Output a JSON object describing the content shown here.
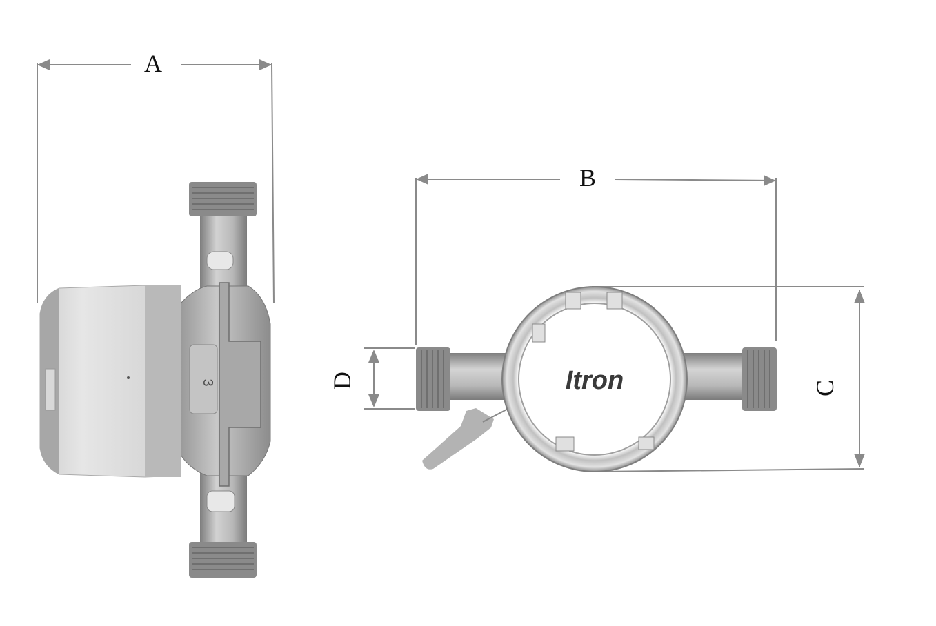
{
  "dimensions": {
    "a": "A",
    "b": "B",
    "c": "C",
    "d": "D"
  },
  "side_view": {
    "body_marking": "3"
  },
  "front_view": {
    "logo": "Itron"
  },
  "colors": {
    "line": "#8a8a8a",
    "body_light": "#dcdcdc",
    "body_mid": "#b5b5b5",
    "body_dark": "#8d8d8d",
    "thread": "#7a7a7a"
  }
}
